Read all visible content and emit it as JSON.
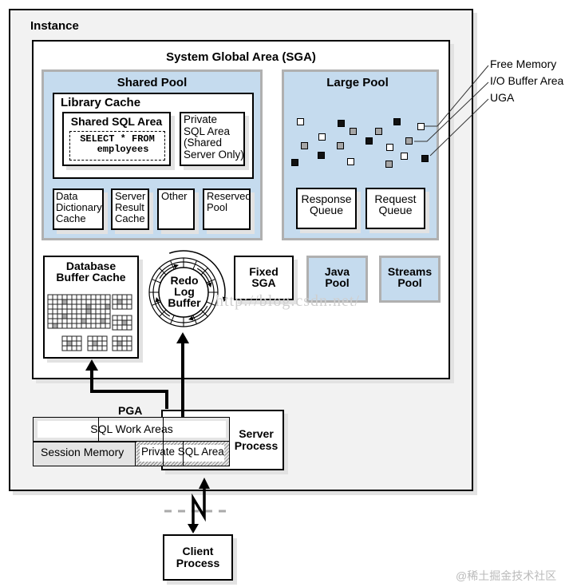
{
  "instance": {
    "title": "Instance"
  },
  "sga": {
    "title": "System Global Area (SGA)",
    "shared_pool": {
      "title": "Shared Pool",
      "library_cache": {
        "title": "Library Cache",
        "shared_sql_area": {
          "title": "Shared SQL Area",
          "sql_line1": "SELECT * FROM",
          "sql_line2": "employees"
        },
        "private_sql_area": {
          "line1": "Private",
          "line2": "SQL Area",
          "line3": "(Shared",
          "line4": "Server Only)"
        }
      },
      "sub_boxes": [
        {
          "line1": "Data",
          "line2": "Dictionary",
          "line3": "Cache"
        },
        {
          "line1": "Server",
          "line2": "Result",
          "line3": "Cache"
        },
        {
          "line1": "Other"
        },
        {
          "line1": "Reserved",
          "line2": "Pool"
        }
      ]
    },
    "large_pool": {
      "title": "Large Pool",
      "response_queue": {
        "line1": "Response",
        "line2": "Queue"
      },
      "request_queue": {
        "line1": "Request",
        "line2": "Queue"
      },
      "legend": [
        "Free Memory",
        "I/O Buffer Area",
        "UGA"
      ],
      "colors": {
        "free_memory": "#ffffff",
        "io_buffer_area": "#a6a6a6",
        "uga": "#111111"
      }
    },
    "database_buffer_cache": {
      "line1": "Database",
      "line2": "Buffer Cache"
    },
    "redo_log_buffer": {
      "line1": "Redo",
      "line2": "Log",
      "line3": "Buffer"
    },
    "fixed_sga": {
      "line1": "Fixed",
      "line2": "SGA"
    },
    "java_pool": {
      "line1": "Java",
      "line2": "Pool"
    },
    "streams_pool": {
      "line1": "Streams",
      "line2": "Pool"
    }
  },
  "pga": {
    "title": "PGA",
    "sql_work_areas": "SQL Work Areas",
    "session_memory": "Session Memory",
    "private_sql_area": "Private SQL Area"
  },
  "server_process": {
    "line1": "Server",
    "line2": "Process"
  },
  "client_process": {
    "line1": "Client",
    "line2": "Process"
  },
  "watermark": {
    "url": "http://blog.csdn.net/",
    "credit": "@稀土掘金技术社区"
  },
  "colors": {
    "pool_blue": "#c5dbee",
    "instance_bg": "#f2f2f2"
  }
}
